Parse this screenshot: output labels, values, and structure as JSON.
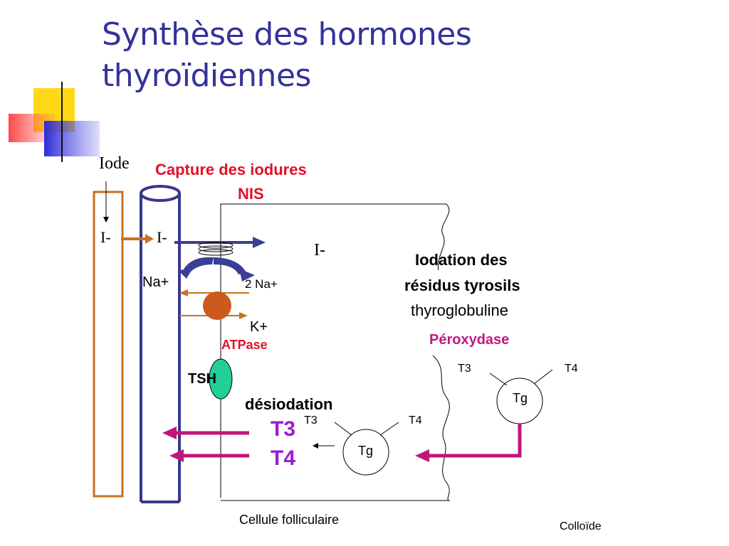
{
  "slide": {
    "title": "Synthèse des hormones\nthyroïdiennes"
  },
  "labels": {
    "iode": "Iode",
    "i_minus_vessel": "I-",
    "i_minus_membrane": "I-",
    "i_minus_cell": "I-",
    "capture_line1": "Capture des iodures",
    "capture_line2": "NIS",
    "na_plus": "Na+",
    "two_na_plus": "2 Na+",
    "k_plus": "K+",
    "atpase": "ATPase",
    "tsh": "TSH",
    "iodation_line1": "Iodation des",
    "iodation_line2": "résidus tyrosils",
    "thyroglobuline": "thyroglobuline",
    "peroxydase": "Péroxydase",
    "desiodation": "désiodation",
    "t3_big": "T3",
    "t4_big": "T4",
    "tg_cell": "Tg",
    "tg_cell_t3": "T3",
    "tg_cell_t4": "T4",
    "tg_colloid": "Tg",
    "tg_colloid_t3": "T3",
    "tg_colloid_t4": "T4",
    "cellule_folliculaire": "Cellule folliculaire",
    "colloide": "Colloïde"
  },
  "colors": {
    "title": "#33339a",
    "vessel_outer": "#c8711e",
    "vessel_inner": "#38378f",
    "arrow_blue": "#3a3e96",
    "arrow_orange": "#c8711e",
    "arrow_magenta": "#c0167a",
    "pump": "#cc5a1c",
    "tsh_receptor": "#22cf98",
    "capture_text": "#e0102a",
    "peroxydase_text": "#c01880",
    "hormone_text": "#9b1bd6"
  }
}
